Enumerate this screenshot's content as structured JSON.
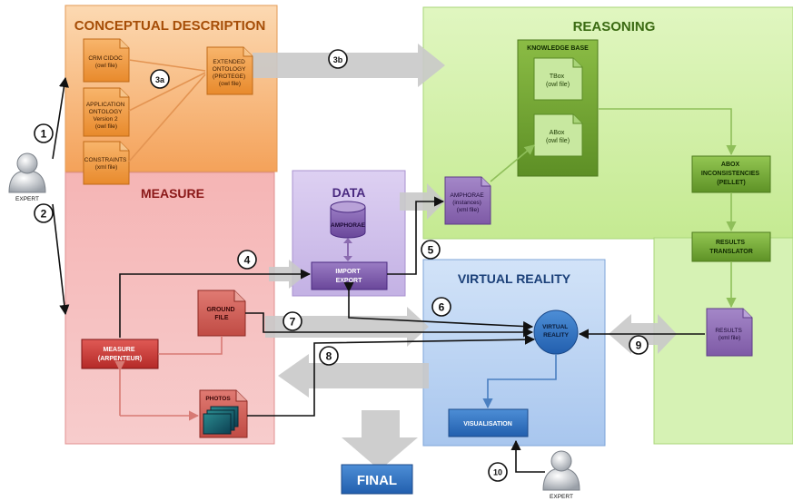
{
  "sections": {
    "conceptual": "CONCEPTUAL DESCRIPTION",
    "reasoning": "REASONING",
    "measure": "MEASURE",
    "data": "DATA",
    "virtual_reality": "VIRTUAL REALITY"
  },
  "files": {
    "crm": [
      "CRM CIDOC",
      "(owl file)"
    ],
    "app": [
      "APPLICATION",
      "ONTOLOGY",
      "Version 2",
      "(owl file)"
    ],
    "constraints": [
      "CONSTRAINTS",
      "(xml file)"
    ],
    "extended": [
      "EXTENDED",
      "ONTOLOGY",
      "(PROTEGE)",
      "(owl file)"
    ],
    "tbox": [
      "TBox",
      "(owl file)"
    ],
    "abox": [
      "ABox",
      "(owl file)"
    ],
    "amph_inst": [
      "AMPHORAE",
      "(instances)",
      "(xml file)"
    ],
    "ground": [
      "GROUND",
      "FILE"
    ],
    "photos": [
      "PHOTOS"
    ],
    "results": [
      "RESULTS",
      "(xml file)"
    ]
  },
  "knowledge_base": "KNOWLEDGE BASE",
  "db_label": "AMPHORAE",
  "boxes": {
    "abox_inc": [
      "ABOX",
      "INCONSISTENCIES",
      "(PELLET)"
    ],
    "translator": [
      "RESULTS",
      "TRANSLATOR"
    ],
    "import_export": [
      "IMPORT",
      "EXPORT"
    ],
    "measure_box": [
      "MEASURE",
      "(ARPENTEUR)"
    ],
    "vr_node": [
      "VIRTUAL",
      "REALITY"
    ],
    "visualisation": [
      "VISUALISATION"
    ],
    "final": "FINAL"
  },
  "experts": [
    "EXPERT",
    "EXPERT"
  ],
  "steps": [
    "1",
    "2",
    "3a",
    "3b",
    "4",
    "5",
    "6",
    "7",
    "8",
    "9",
    "10"
  ],
  "colors": {
    "orange": "#f5a55a",
    "green": "#c9ec9a",
    "red": "#f2a3a3",
    "purple": "#c8b8e6",
    "blue": "#b4cef0",
    "dark_green": "#6a9a2c",
    "file_purple": "#8b6bb0",
    "accent_blue": "#2f72c2"
  }
}
